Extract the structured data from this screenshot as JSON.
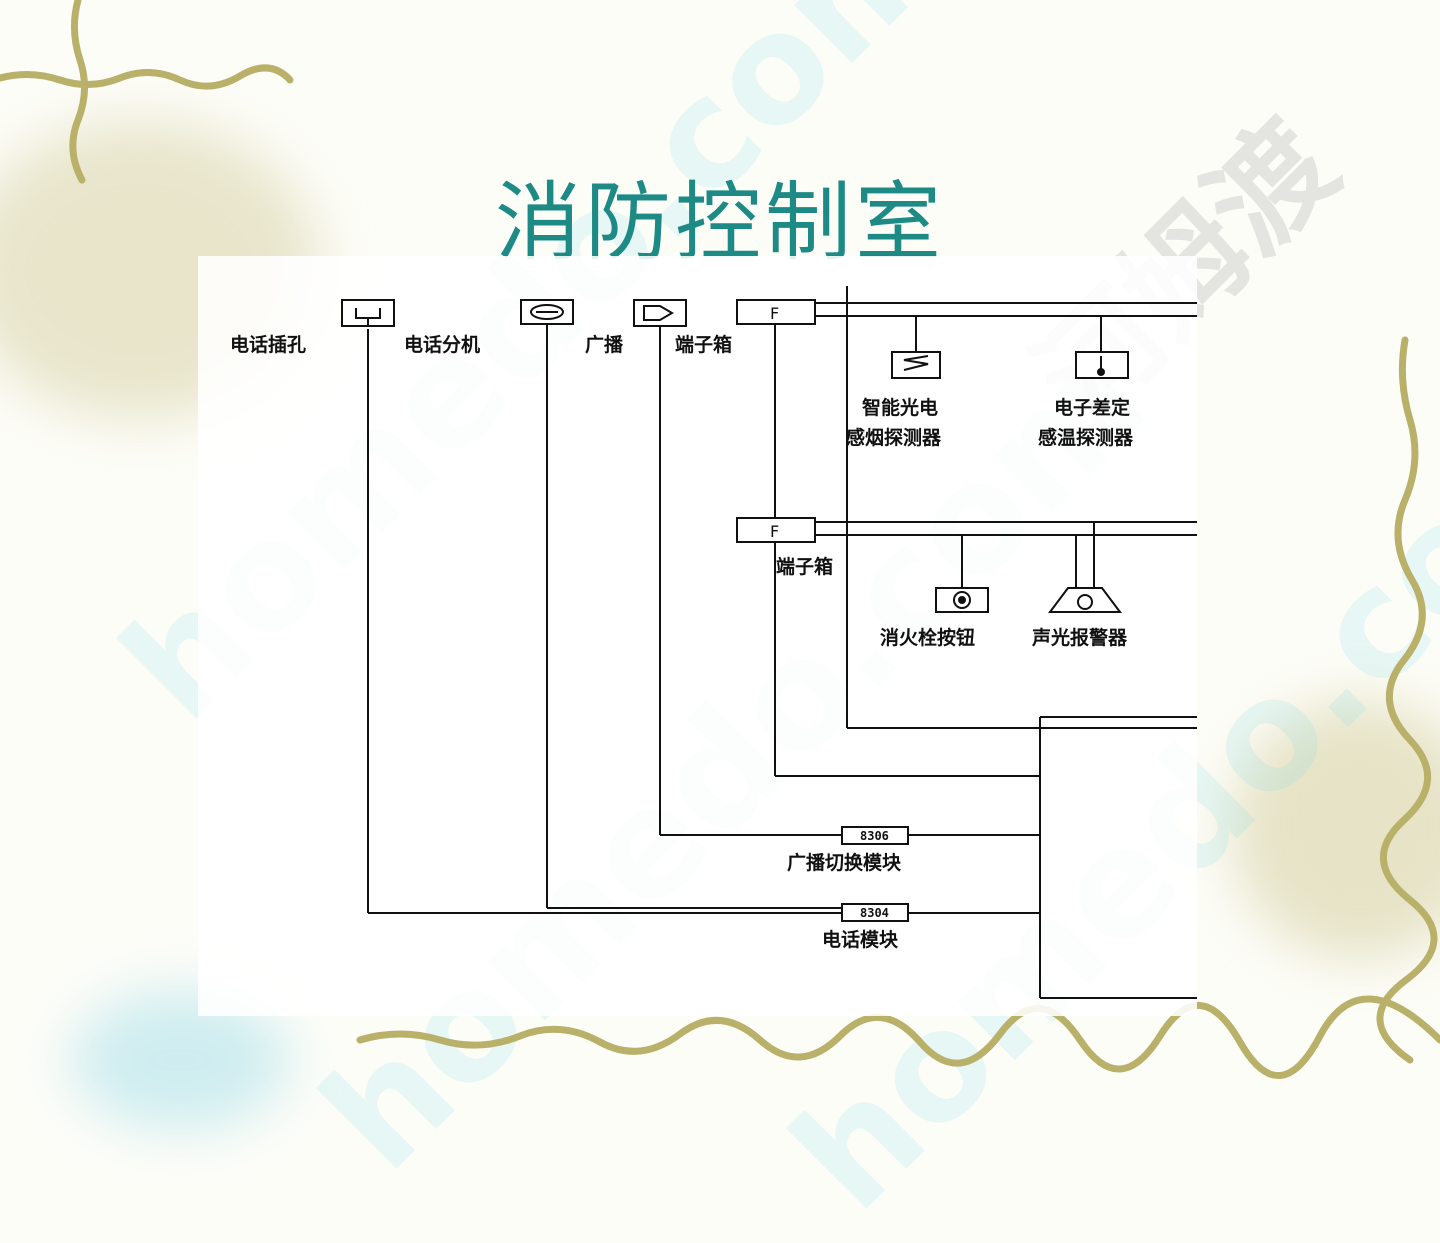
{
  "slide": {
    "title": "消防控制室"
  },
  "watermark": {
    "site": "homedo.com",
    "brand": "河姆渡"
  },
  "diagram": {
    "top_devices": [
      {
        "symbol": "phone-jack",
        "label": "电话插孔"
      },
      {
        "symbol": "phone-extension",
        "label": "电话分机"
      },
      {
        "symbol": "speaker",
        "label": "广播"
      },
      {
        "symbol": "terminal-box",
        "box_text": "F",
        "label": "端子箱"
      }
    ],
    "detectors": [
      {
        "label_line1": "智能光电",
        "label_line2": "感烟探测器"
      },
      {
        "label_line1": "电子差定",
        "label_line2": "感温探测器"
      }
    ],
    "terminal_box_2": {
      "box_text": "F",
      "label": "端子箱"
    },
    "lower_devices": [
      {
        "symbol": "hydrant-button",
        "label": "消火栓按钮"
      },
      {
        "symbol": "alarm",
        "label": "声光报警器"
      }
    ],
    "modules": [
      {
        "code": "8306",
        "label": "广播切换模块"
      },
      {
        "code": "8304",
        "label": "电话模块"
      }
    ]
  },
  "colors": {
    "title": "#1e8a86",
    "line": "#111111",
    "vine": "#b9b06a"
  }
}
